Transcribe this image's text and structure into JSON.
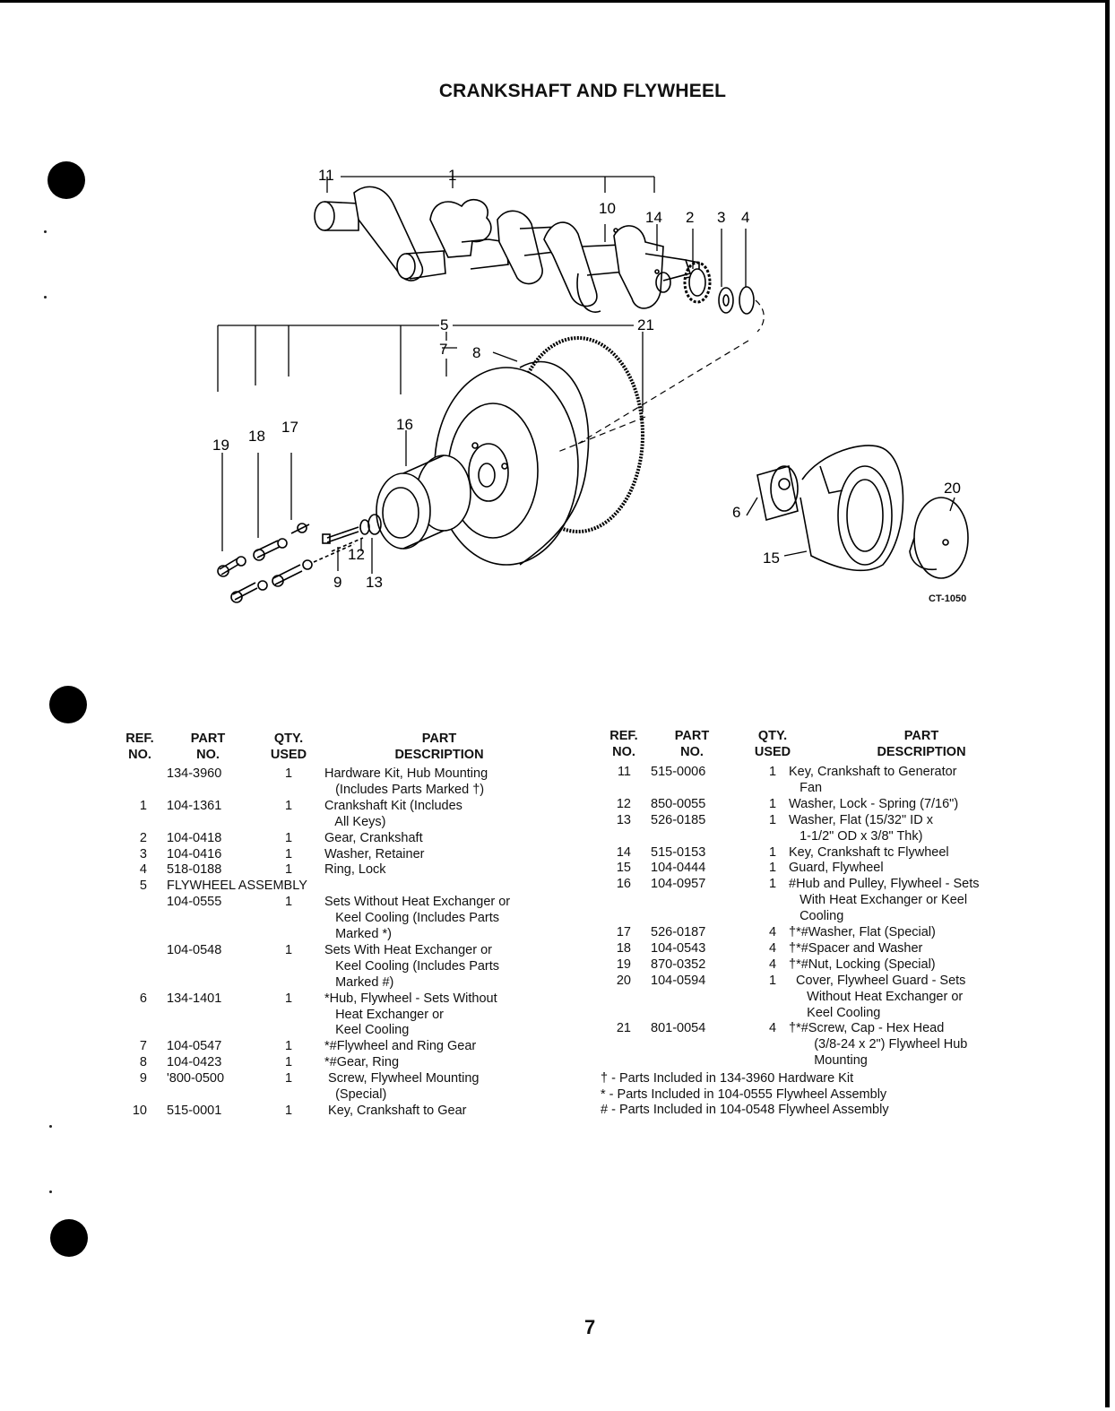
{
  "title": "CRANKSHAFT AND FLYWHEEL",
  "figure_id": "CT-1050",
  "callouts": [
    "11",
    "1",
    "10",
    "14",
    "2",
    "3",
    "4",
    "5",
    "21",
    "7",
    "8",
    "19",
    "18",
    "17",
    "16",
    "6",
    "20",
    "15",
    "12",
    "9",
    "13"
  ],
  "headers": {
    "ref": [
      "REF.",
      "NO."
    ],
    "part": [
      "PART",
      "NO."
    ],
    "qty": [
      "QTY.",
      "USED"
    ],
    "desc": [
      "PART",
      "DESCRIPTION"
    ]
  },
  "left_rows": [
    {
      "ref": "",
      "part": "134-3960",
      "qty": "1",
      "desc": [
        "Hardware Kit, Hub Mounting",
        "   (Includes Parts Marked †)"
      ]
    },
    {
      "ref": "1",
      "part": "104-1361",
      "qty": "1",
      "desc": [
        "Crankshaft Kit (Includes",
        "   All Keys)"
      ]
    },
    {
      "ref": "2",
      "part": "104-0418",
      "qty": "1",
      "desc": [
        "Gear, Crankshaft"
      ]
    },
    {
      "ref": "3",
      "part": "104-0416",
      "qty": "1",
      "desc": [
        "Washer, Retainer"
      ]
    },
    {
      "ref": "4",
      "part": "518-0188",
      "qty": "1",
      "desc": [
        "Ring, Lock"
      ]
    },
    {
      "ref": "5",
      "part": "FLYWHEEL ASSEMBLY",
      "qty": "",
      "desc": []
    },
    {
      "ref": "",
      "part": "104-0555",
      "qty": "1",
      "desc": [
        "Sets Without Heat Exchanger or",
        "   Keel Cooling (Includes Parts",
        "   Marked *)"
      ]
    },
    {
      "ref": "",
      "part": "104-0548",
      "qty": "1",
      "desc": [
        "Sets With Heat Exchanger or",
        "   Keel Cooling (Includes Parts",
        "   Marked #)"
      ]
    },
    {
      "ref": "6",
      "part": "134-1401",
      "qty": "1",
      "desc": [
        "*Hub, Flywheel - Sets Without",
        "   Heat Exchanger or",
        "   Keel Cooling"
      ]
    },
    {
      "ref": "7",
      "part": "104-0547",
      "qty": "1",
      "desc": [
        "*#Flywheel and Ring Gear"
      ]
    },
    {
      "ref": "8",
      "part": "104-0423",
      "qty": "1",
      "desc": [
        "*#Gear, Ring"
      ]
    },
    {
      "ref": "9",
      "part": "'800-0500",
      "qty": "1",
      "desc": [
        " Screw, Flywheel Mounting",
        "   (Special)"
      ]
    },
    {
      "ref": "10",
      "part": "515-0001",
      "qty": "1",
      "desc": [
        " Key, Crankshaft to Gear"
      ]
    }
  ],
  "right_rows": [
    {
      "ref": "11",
      "part": "515-0006",
      "qty": "1",
      "desc": [
        "Key, Crankshaft to Generator",
        "   Fan"
      ]
    },
    {
      "ref": "12",
      "part": "850-0055",
      "qty": "1",
      "desc": [
        "Washer, Lock - Spring (7/16\")"
      ]
    },
    {
      "ref": "13",
      "part": "526-0185",
      "qty": "1",
      "desc": [
        "Washer, Flat (15/32\" ID x",
        "   1-1/2\" OD x 3/8\" Thk)"
      ]
    },
    {
      "ref": "14",
      "part": "515-0153",
      "qty": "1",
      "desc": [
        "Key, Crankshaft tc Flywheel"
      ]
    },
    {
      "ref": "15",
      "part": "104-0444",
      "qty": "1",
      "desc": [
        "Guard, Flywheel"
      ]
    },
    {
      "ref": "16",
      "part": "104-0957",
      "qty": "1",
      "desc": [
        "#Hub and Pulley, Flywheel - Sets",
        "   With Heat Exchanger or Keel",
        "   Cooling"
      ]
    },
    {
      "ref": "17",
      "part": "526-0187",
      "qty": "4",
      "desc": [
        "†*#Washer, Flat (Special)"
      ]
    },
    {
      "ref": "18",
      "part": "104-0543",
      "qty": "4",
      "desc": [
        "†*#Spacer and Washer"
      ]
    },
    {
      "ref": "19",
      "part": "870-0352",
      "qty": "4",
      "desc": [
        "†*#Nut, Locking (Special)"
      ]
    },
    {
      "ref": "20",
      "part": "104-0594",
      "qty": "1",
      "desc": [
        "  Cover, Flywheel Guard - Sets",
        "     Without Heat Exchanger or",
        "     Keel Cooling"
      ]
    },
    {
      "ref": "21",
      "part": "801-0054",
      "qty": "4",
      "desc": [
        "†*#Screw, Cap - Hex Head",
        "       (3/8-24 x 2\") Flywheel Hub",
        "       Mounting"
      ]
    }
  ],
  "notes": [
    "† - Parts Included in 134-3960 Hardware Kit",
    "* - Parts Included in 104-0555 Flywheel Assembly",
    "# - Parts Included in 104-0548 Flywheel Assembly"
  ],
  "page_number": "7"
}
